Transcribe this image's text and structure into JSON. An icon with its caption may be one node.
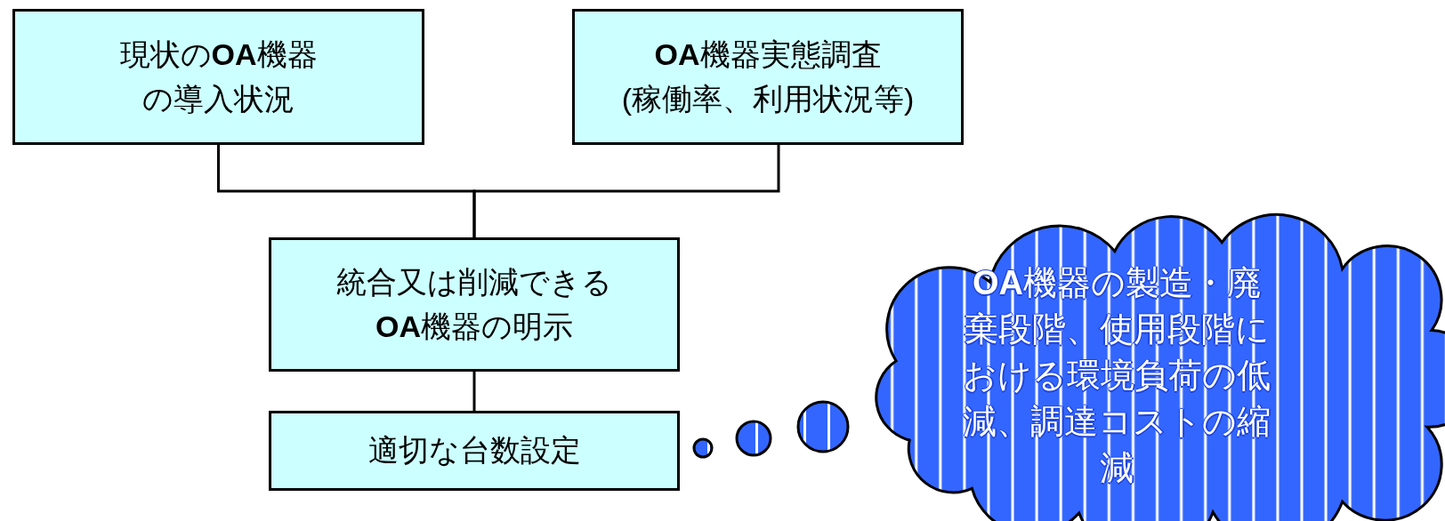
{
  "diagram": {
    "nodes": [
      {
        "text": [
          "現状の**OA**機器の導入状況"
        ]
      },
      {
        "text": [
          "**OA**機器実態調査(稼働率、利用状況等)"
        ]
      },
      {
        "text": [
          "統合又は削減できる**OA**機器の明示"
        ]
      },
      {
        "text": [
          "適切な台数設定"
        ]
      },
      {
        "text": [
          "**OA**機器の製造・廃棄段階、使用段階における環境負荷の低減、調達コストの縮減"
        ]
      }
    ],
    "edges": [
      {
        "from": 0,
        "to": 2,
        "arrow": "none"
      },
      {
        "from": 1,
        "to": 2,
        "arrow": "none"
      },
      {
        "from": 2,
        "to": 3,
        "arrow": "none"
      }
    ]
  }
}
